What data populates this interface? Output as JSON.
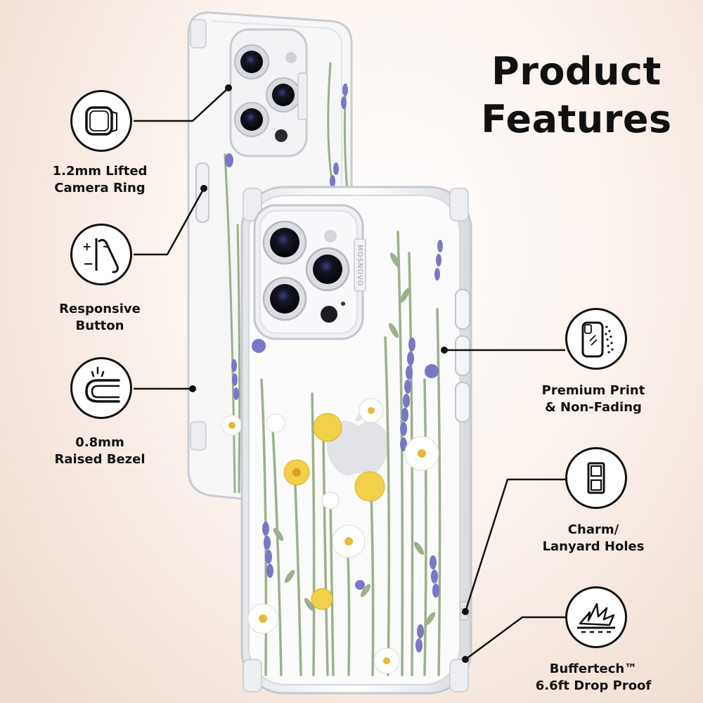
{
  "title": {
    "line1": "Product",
    "line2": "Features"
  },
  "brand_text": "MOSNOVO",
  "features": [
    {
      "id": "camera-ring",
      "icon": "camera-ring-icon",
      "line1": "1.2mm Lifted",
      "line2": "Camera Ring"
    },
    {
      "id": "button",
      "icon": "responsive-button-icon",
      "line1": "Responsive",
      "line2": "Button"
    },
    {
      "id": "bezel",
      "icon": "raised-bezel-icon",
      "line1": "0.8mm",
      "line2": "Raised Bezel"
    },
    {
      "id": "print",
      "icon": "phone-print-icon",
      "line1": "Premium Print",
      "line2": "& Non-Fading"
    },
    {
      "id": "charm",
      "icon": "lanyard-holes-icon",
      "line1": "Charm/",
      "line2": "Lanyard Holes"
    },
    {
      "id": "drop",
      "icon": "shock-absorb-icon",
      "line1": "Buffertech™",
      "line2": "6.6ft Drop Proof"
    }
  ],
  "colors": {
    "lavender": "#7a78c4",
    "stem": "#9bb08c",
    "daisy_center": "#e6b93a",
    "yellow_flower": "#f1d04a",
    "outline": "#111111"
  }
}
